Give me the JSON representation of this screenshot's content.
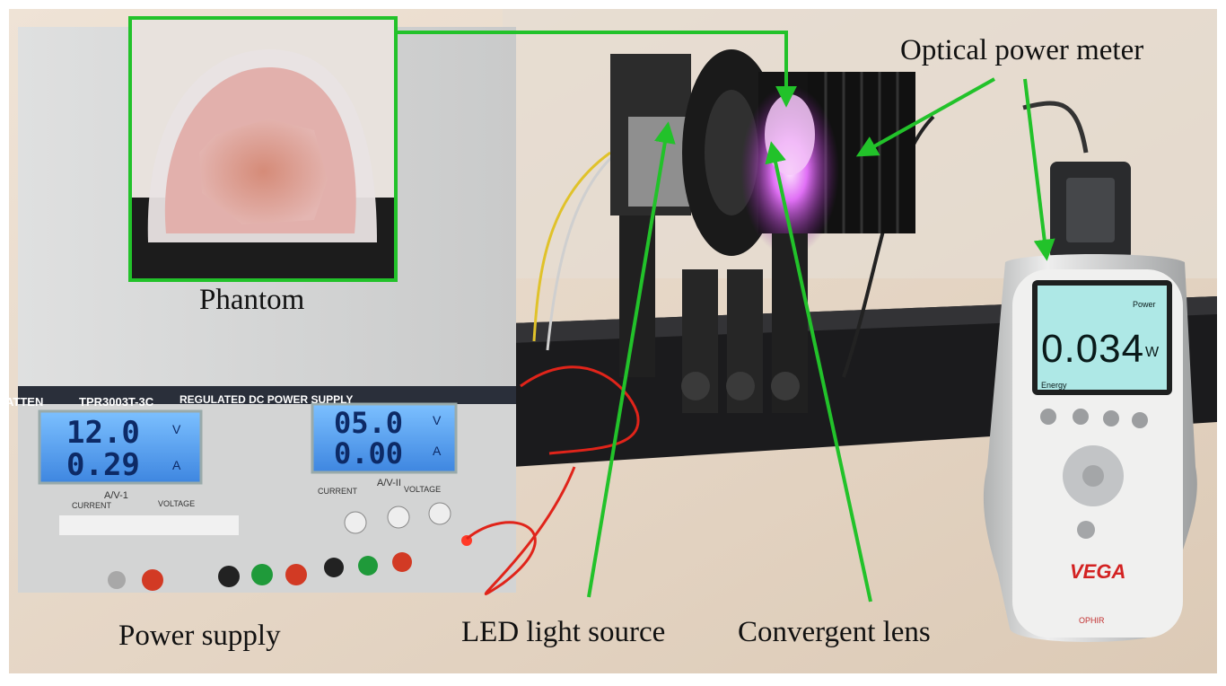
{
  "labels": {
    "phantom": "Phantom",
    "optical_power_meter": "Optical power meter",
    "power_supply": "Power supply",
    "led_light_source": "LED light source",
    "convergent_lens": "Convergent lens"
  },
  "power_supply": {
    "brand": "ATTEN",
    "model": "TPR3003T-3C",
    "banner": "REGULATED DC POWER SUPPLY",
    "channel1": {
      "voltage": "12.0",
      "current": "0.29",
      "name": "A/V-1"
    },
    "channel2": {
      "voltage": "05.0",
      "current": "0.00",
      "name": "A/V-II"
    },
    "voltage_label": "VOLTAGE",
    "current_label": "CURRENT",
    "unit_v": "V",
    "unit_a": "A"
  },
  "meter": {
    "reading": "0.034",
    "unit": "W",
    "brand": "VEGA",
    "maker": "OPHIR",
    "menu_top": "Power",
    "menu_bottom": "Energy"
  },
  "colors": {
    "annotation": "#22c22a",
    "background_desk": "#e9dccd",
    "led_glow": "#c640e8",
    "lcd_blue": "#5fa8f0",
    "meter_screen": "#aee8e6"
  },
  "icons": [
    "arrow-icon",
    "power-button-icon",
    "dpad-icon"
  ]
}
